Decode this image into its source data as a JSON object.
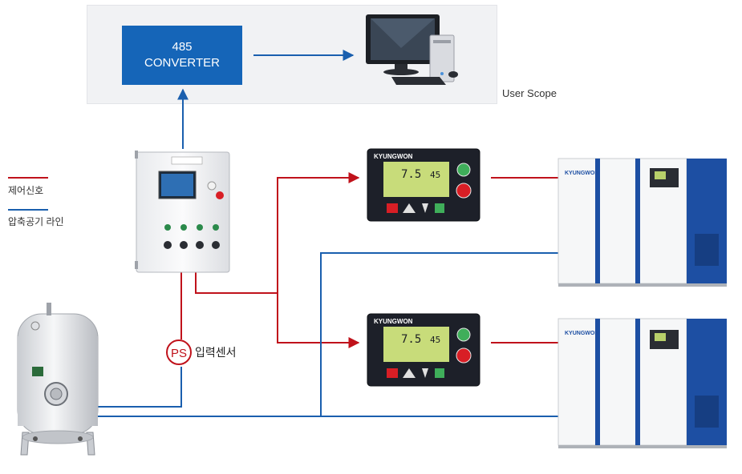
{
  "converter": {
    "line1": "485",
    "line2": "CONVERTER"
  },
  "user_scope_label": "User Scope",
  "legend": {
    "control_signal": {
      "label": "제어신호",
      "color": "#c0121b"
    },
    "air_line": {
      "label": "압축공기 라인",
      "color": "#1a5fae"
    }
  },
  "pressure_sensor": {
    "symbol": "PS",
    "label": "입력센서"
  },
  "controllers": [
    {
      "brand": "KYUNGWON",
      "reading_main": "7.5",
      "reading_sub": "45"
    },
    {
      "brand": "KYUNGWON",
      "reading_main": "7.5",
      "reading_sub": "45"
    }
  ],
  "compressors": [
    {
      "brand": "KYUNGWON"
    },
    {
      "brand": "KYUNGWON"
    }
  ],
  "colors": {
    "converter_bg": "#1565b8",
    "panel_bg": "#f1f2f4",
    "compressor_blue": "#1d4fa3"
  }
}
